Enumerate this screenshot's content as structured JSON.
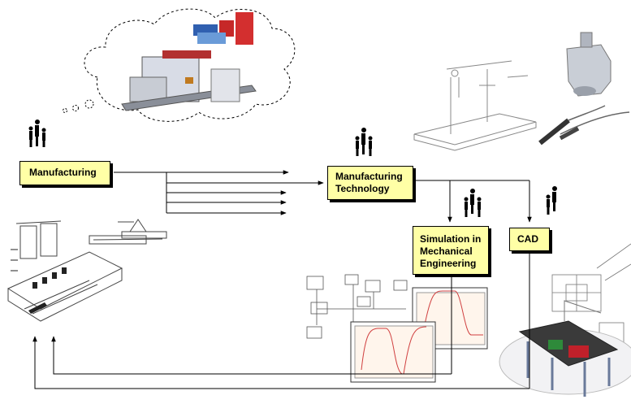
{
  "nodes": {
    "manufacturing": {
      "label": "Manufacturing"
    },
    "manufacturing_technology": {
      "line1": "Manufacturing",
      "line2": "Technology"
    },
    "simulation": {
      "line1": "Simulation in",
      "line2": "Mechanical",
      "line3": "Engineering"
    },
    "cad": {
      "label": "CAD"
    }
  },
  "colors": {
    "box_fill": "#ffffa6",
    "line": "#000000",
    "plot_bg": "#fff5ec",
    "plot_curve": "#d04040",
    "conveyor_red": "#c0202a",
    "conveyor_green": "#2e8a3a"
  }
}
